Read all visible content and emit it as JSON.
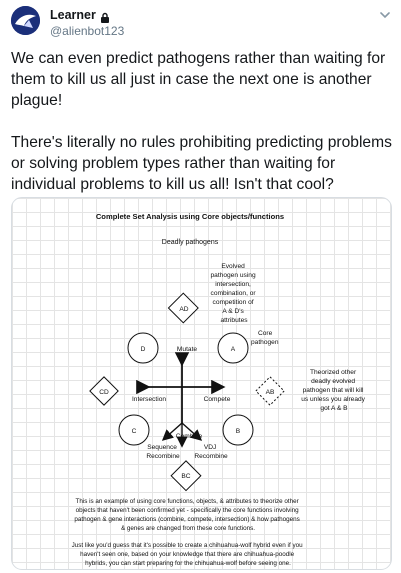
{
  "author": {
    "display_name": "Learner",
    "handle": "@alienbot123",
    "avatar_icon": "bird-avatar-icon",
    "protected_icon": "lock-icon"
  },
  "menu_icon": "chevron-down-icon",
  "tweet_text": [
    "We can even predict pathogens rather than waiting for them to kill us all just in case the next one is another plague!",
    "There's literally no rules prohibiting predicting problems or solving problem types rather than waiting for individual problems to kill us all! Isn't that cool?"
  ],
  "diagram": {
    "title": "Complete Set Analysis using Core objects/functions",
    "subtitle": "Deadly pathogens",
    "evolved_note": [
      "Evolved",
      "pathogen using",
      "intersection,",
      "combination, or",
      "competition of",
      "A & D's",
      "attributes"
    ],
    "core_note": [
      "Core",
      "pathogen"
    ],
    "theorized_note": [
      "Theorized other",
      "deadly evolved",
      "pathogen that will kill",
      "us unless you already",
      "got A & B"
    ],
    "nodes": {
      "ad": "AD",
      "d": "D",
      "a": "A",
      "cd": "CD",
      "ab": "AB",
      "c": "C",
      "b": "B",
      "bc": "BC"
    },
    "labels": {
      "mutate": "Mutate",
      "intersection": "Intersection",
      "compete": "Compete",
      "combine": "Combine",
      "sequence": [
        "Sequence",
        "Recombine"
      ],
      "vdj": [
        "VDJ",
        "Recombine"
      ]
    },
    "caption_1": [
      "This is an example of using core functions, objects, & attributes to theorize other",
      "objects that haven't been confirmed yet - specifically the core functions involving",
      "pathogen & gene interactions (combine, compete, intersection) & how pathogens",
      "& genes are changed from these core functions."
    ],
    "caption_2": [
      "Just like you'd guess that it's possible to create a chihuahua-wolf hybrid even if you",
      "haven't seen one, based on your knowledge that there are chihuahua-poodle",
      "hybrids, you can start preparing for the chihuahua-wolf before seeing one."
    ]
  }
}
